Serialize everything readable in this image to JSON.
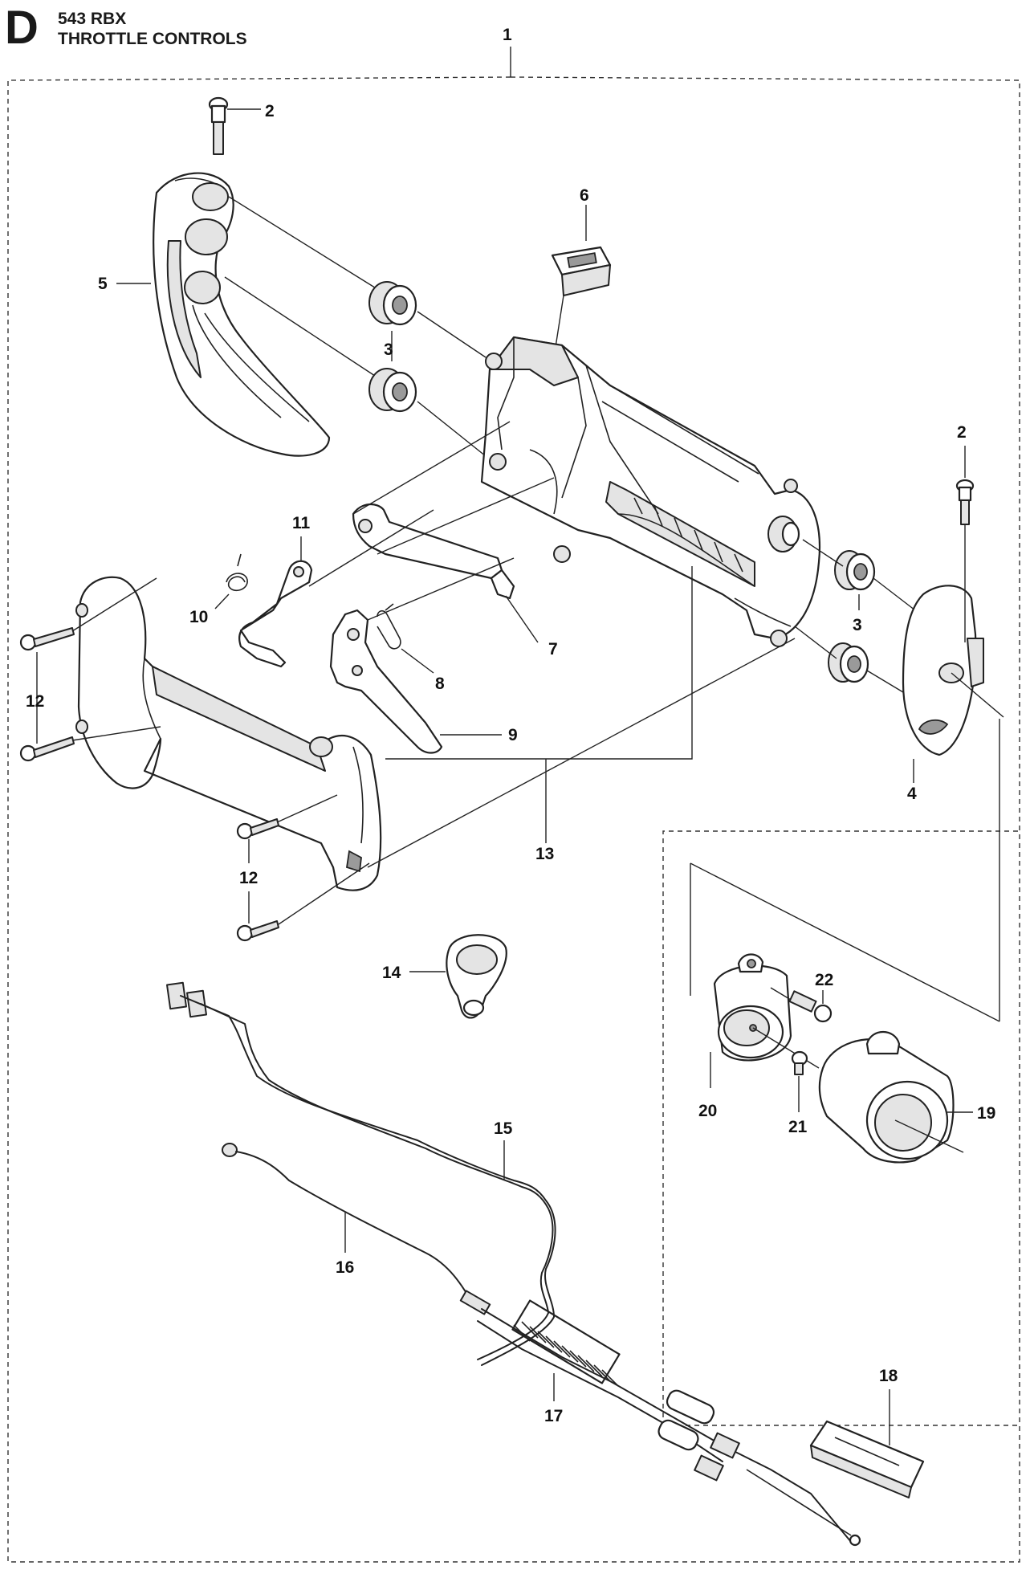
{
  "header": {
    "section_letter": "D",
    "model": "543 RBX",
    "title": "THROTTLE CONTROLS"
  },
  "callouts": {
    "c1": "1",
    "c2a": "2",
    "c2b": "2",
    "c3a": "3",
    "c3b": "3",
    "c4": "4",
    "c5": "5",
    "c6": "6",
    "c7": "7",
    "c8": "8",
    "c9": "9",
    "c10": "10",
    "c11": "11",
    "c12a": "12",
    "c12b": "12",
    "c13": "13",
    "c14": "14",
    "c15": "15",
    "c16": "16",
    "c17": "17",
    "c18": "18",
    "c19": "19",
    "c20": "20",
    "c21": "21",
    "c22": "22"
  }
}
